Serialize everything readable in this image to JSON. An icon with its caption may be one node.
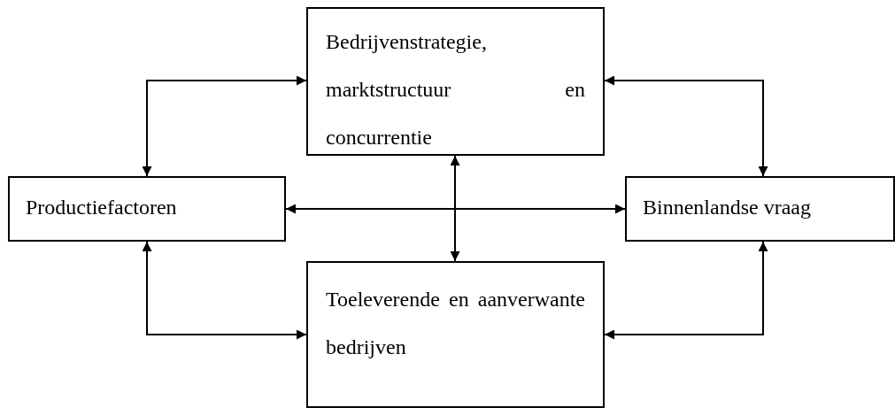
{
  "diagram": {
    "nodes": [
      {
        "text": [
          "Bedrijvenstrategie, marktstructuur en concurrentie"
        ]
      },
      {
        "text": [
          "Productiefactoren"
        ]
      },
      {
        "text": [
          "Binnenlandse vraag"
        ]
      },
      {
        "text": [
          "Toeleverende en aanverwante bedrijven"
        ]
      }
    ],
    "edges": [
      {
        "from": 0,
        "to": 1,
        "arrow": "both"
      },
      {
        "from": 0,
        "to": 2,
        "arrow": "both"
      },
      {
        "from": 1,
        "to": 2,
        "arrow": "both"
      },
      {
        "from": 0,
        "to": 3,
        "arrow": "both"
      },
      {
        "from": 1,
        "to": 3,
        "arrow": "both"
      },
      {
        "from": 2,
        "to": 3,
        "arrow": "both"
      }
    ]
  }
}
